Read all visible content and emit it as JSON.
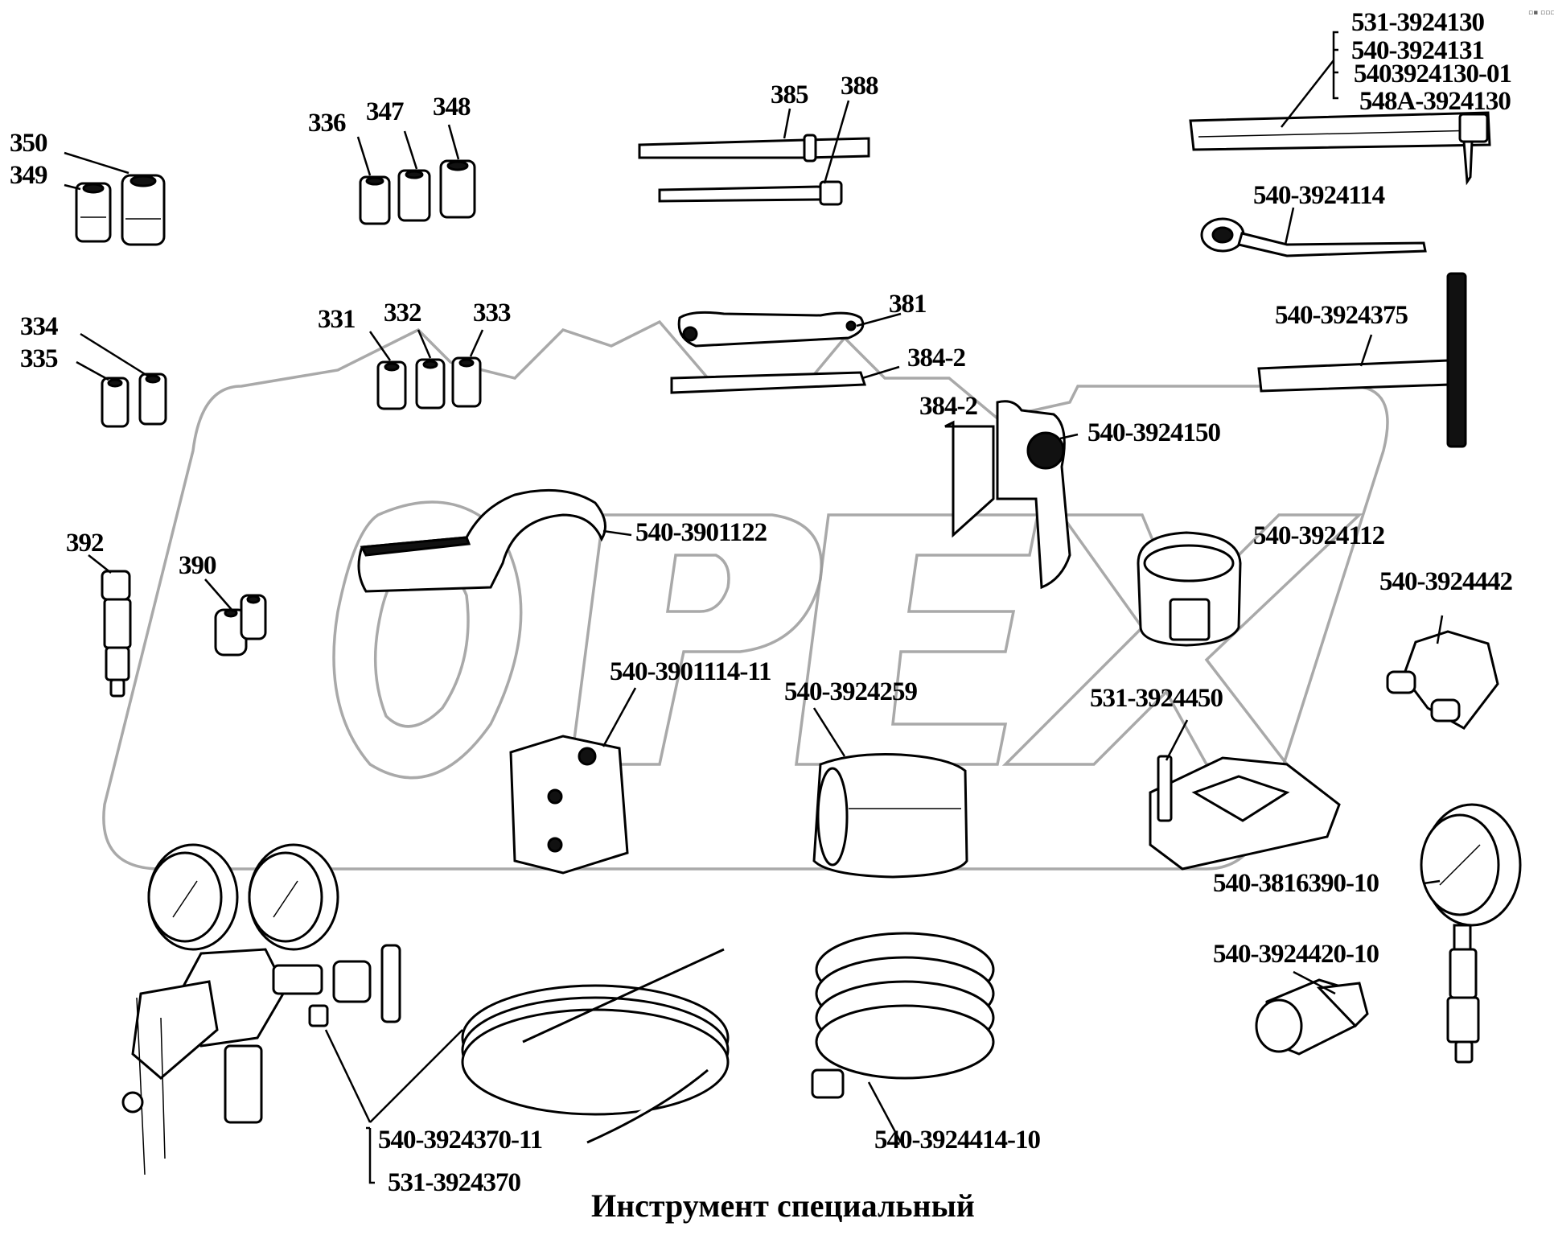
{
  "diagram": {
    "title": "Инструмент специальный",
    "watermark": "OPEX",
    "parts": [
      {
        "id": "p350",
        "label": "350"
      },
      {
        "id": "p349",
        "label": "349"
      },
      {
        "id": "p336",
        "label": "336"
      },
      {
        "id": "p347",
        "label": "347"
      },
      {
        "id": "p348",
        "label": "348"
      },
      {
        "id": "p385",
        "label": "385"
      },
      {
        "id": "p388",
        "label": "388"
      },
      {
        "id": "p531_3924130",
        "label": "531-3924130"
      },
      {
        "id": "p540_3924131",
        "label": "540-3924131"
      },
      {
        "id": "p5403924130_01",
        "label": "5403924130-01"
      },
      {
        "id": "p548A_3924130",
        "label": "548A-3924130"
      },
      {
        "id": "p540_3924114",
        "label": "540-3924114"
      },
      {
        "id": "p334",
        "label": "334"
      },
      {
        "id": "p335",
        "label": "335"
      },
      {
        "id": "p331",
        "label": "331"
      },
      {
        "id": "p332",
        "label": "332"
      },
      {
        "id": "p333",
        "label": "333"
      },
      {
        "id": "p381",
        "label": "381"
      },
      {
        "id": "p384_2a",
        "label": "384-2"
      },
      {
        "id": "p384_2b",
        "label": "384-2"
      },
      {
        "id": "p540_3924150",
        "label": "540-3924150"
      },
      {
        "id": "p540_3924375",
        "label": "540-3924375"
      },
      {
        "id": "p392",
        "label": "392"
      },
      {
        "id": "p390",
        "label": "390"
      },
      {
        "id": "p540_3901122",
        "label": "540-3901122"
      },
      {
        "id": "p540_3924112",
        "label": "540-3924112"
      },
      {
        "id": "p540_3924442",
        "label": "540-3924442"
      },
      {
        "id": "p540_3901114_11",
        "label": "540-3901114-11"
      },
      {
        "id": "p540_3924259",
        "label": "540-3924259"
      },
      {
        "id": "p531_3924450",
        "label": "531-3924450"
      },
      {
        "id": "p540_3816390_10",
        "label": "540-3816390-10"
      },
      {
        "id": "p540_3924420_10",
        "label": "540-3924420-10"
      },
      {
        "id": "p540_3924370_11",
        "label": "540-3924370-11"
      },
      {
        "id": "p531_3924370",
        "label": "531-3924370"
      },
      {
        "id": "p540_3924414_10",
        "label": "540-3924414-10"
      }
    ]
  }
}
